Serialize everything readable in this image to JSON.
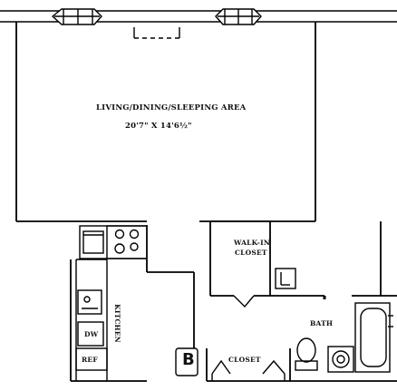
{
  "plan": {
    "area_title": "LIVING/DINING/SLEEPING AREA",
    "area_dims": "20'7\" X 14'6½\"",
    "walk_in_closet_line1": "WALK-IN",
    "walk_in_closet_line2": "CLOSET",
    "bath": "BATH",
    "closet": "CLOSET",
    "kitchen": "KITCHEN",
    "dishwasher": "DW",
    "refrigerator": "REF",
    "bed_icon_letter": "B",
    "line_color": "#000000",
    "background_color": "#ffffff"
  }
}
